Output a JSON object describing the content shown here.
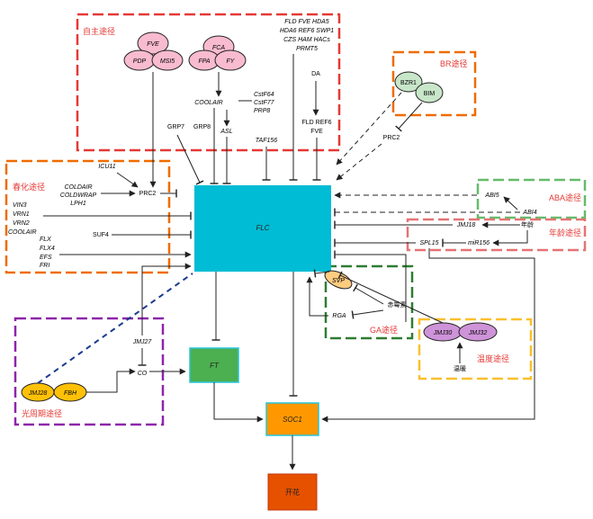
{
  "modules": {
    "autonomous": {
      "label": "自主途径",
      "color": "#e53935"
    },
    "vernalization": {
      "label": "春化途径",
      "color": "#ef6c00"
    },
    "photoperiod": {
      "label": "光周期途径",
      "color": "#8e24aa"
    },
    "gibberellin": {
      "label": "GA途径",
      "color": "#2e7d32"
    },
    "brassinosteroid": {
      "label": "BR途径",
      "color": "#ef6c00"
    },
    "aba": {
      "label": "ABA途径",
      "color": "#43a047"
    },
    "age": {
      "label": "年龄途径",
      "color": "#e53935"
    },
    "temperature": {
      "label": "温度途径",
      "color": "#f9a825"
    }
  },
  "nodes": {
    "flc": "FLC",
    "ft": "FT",
    "soc1": "SOC1",
    "flowering": "开花",
    "fve": "FVE",
    "pdp": "PDP",
    "msi5": "MSI5",
    "fca": "FCA",
    "fpa": "FPA",
    "fy": "FY",
    "coolair": "COOLAIR",
    "asl": "ASL",
    "cstf64": "CstF64",
    "cstf77": "CstF77",
    "prp8": "PRP8",
    "grp7": "GRP7",
    "grp8": "GRP8",
    "taf156": "TAF156",
    "chromatin_list": [
      "FLD FVE HDA5",
      "HDA6 REF6 SWP1",
      "CZS HAM HACs",
      "PRMT5"
    ],
    "da": "DA",
    "fld_ref6_fve": [
      "FLD REF6",
      "FVE"
    ],
    "bzr1": "BZR1",
    "bim": "BIM",
    "prc2_br": "PRC2",
    "icu11": "ICU11",
    "coldair_group": [
      "COLDAIR",
      "COLDWRAP",
      "LPH1"
    ],
    "prc2_vern": "PRC2",
    "vin3_group": [
      "VIN3",
      "VRN1",
      "VRN2",
      "COOLAIR"
    ],
    "suf4": "SUF4",
    "frigida_group": [
      "FLX",
      "FLX4",
      "EFS",
      "FRI"
    ],
    "abi5": "ABI5",
    "abi4": "ABI4",
    "jmj18": "JMJ18",
    "age_input": "年龄",
    "spl15": "SPL15",
    "mir156": "miR156",
    "svp": "SVP",
    "gibberellin_input": "赤霉素",
    "rga": "RGA",
    "jmj30": "JMJ30",
    "jmj32": "JMJ32",
    "warm_input": "温暖",
    "jmj27": "JMJ27",
    "co": "CO",
    "jmj28": "JMJ28",
    "fbh": "FBH"
  }
}
